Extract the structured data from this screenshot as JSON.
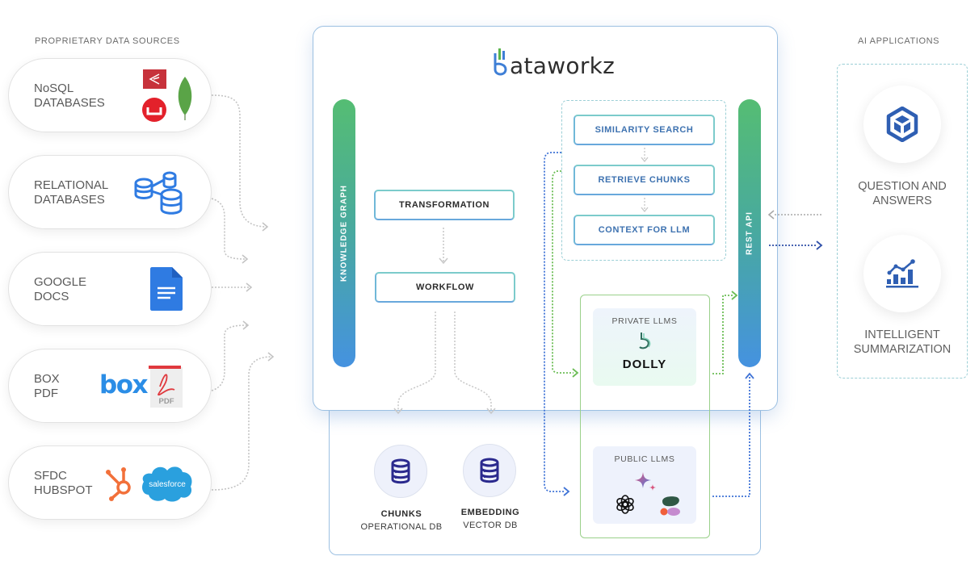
{
  "sources": {
    "heading": "PROPRIETARY DATA SOURCES",
    "items": [
      {
        "label": "NoSQL\nDATABASES",
        "icons": [
          "cassandra-icon",
          "couchbase-icon",
          "mongodb-icon"
        ]
      },
      {
        "label": "RELATIONAL\nDATABASES",
        "icons": [
          "relational-database-icon"
        ]
      },
      {
        "label": "GOOGLE\nDOCS",
        "icons": [
          "google-docs-icon"
        ]
      },
      {
        "label": "BOX\nPDF",
        "icons": [
          "box-logo",
          "pdf-icon"
        ],
        "box_text": "box",
        "pdf_text": "PDF"
      },
      {
        "label": "SFDC\nHUBSPOT",
        "icons": [
          "hubspot-icon",
          "salesforce-icon"
        ],
        "salesforce_text": "salesforce"
      }
    ]
  },
  "platform": {
    "logo_text": "ataworkz",
    "knowledge_graph_label": "KNOWLEDGE GRAPH",
    "rest_api_label": "REST API",
    "pipeline": {
      "transformation": "TRANSFORMATION",
      "workflow": "WORKFLOW"
    },
    "retrieval_steps": [
      "SIMILARITY SEARCH",
      "RETRIEVE CHUNKS",
      "CONTEXT FOR LLM"
    ],
    "private_llms": {
      "title": "PRIVATE LLMS",
      "model": "DOLLY"
    },
    "public_llms": {
      "title": "PUBLIC LLMS",
      "icons": [
        "gemini-icon",
        "openai-icon",
        "anthropic-cohere-icon"
      ]
    },
    "databases": [
      {
        "title": "CHUNKS",
        "subtitle": "OPERATIONAL DB"
      },
      {
        "title": "EMBEDDING",
        "subtitle": "VECTOR DB"
      }
    ]
  },
  "ai_applications": {
    "heading": "AI APPLICATIONS",
    "items": [
      {
        "label": "QUESTION\nAND ANSWERS",
        "icon": "cube-icon"
      },
      {
        "label": "INTELLIGENT\nSUMMARIZATION",
        "icon": "chart-icon"
      }
    ]
  },
  "colors": {
    "bar_top": "#55bd73",
    "bar_bottom": "#4592e0",
    "step_text_blue": "#3e72b0",
    "accent_green": "#9ad08a",
    "icon_blue": "#2f5fb3",
    "db_icon": "#2b2a8e"
  }
}
